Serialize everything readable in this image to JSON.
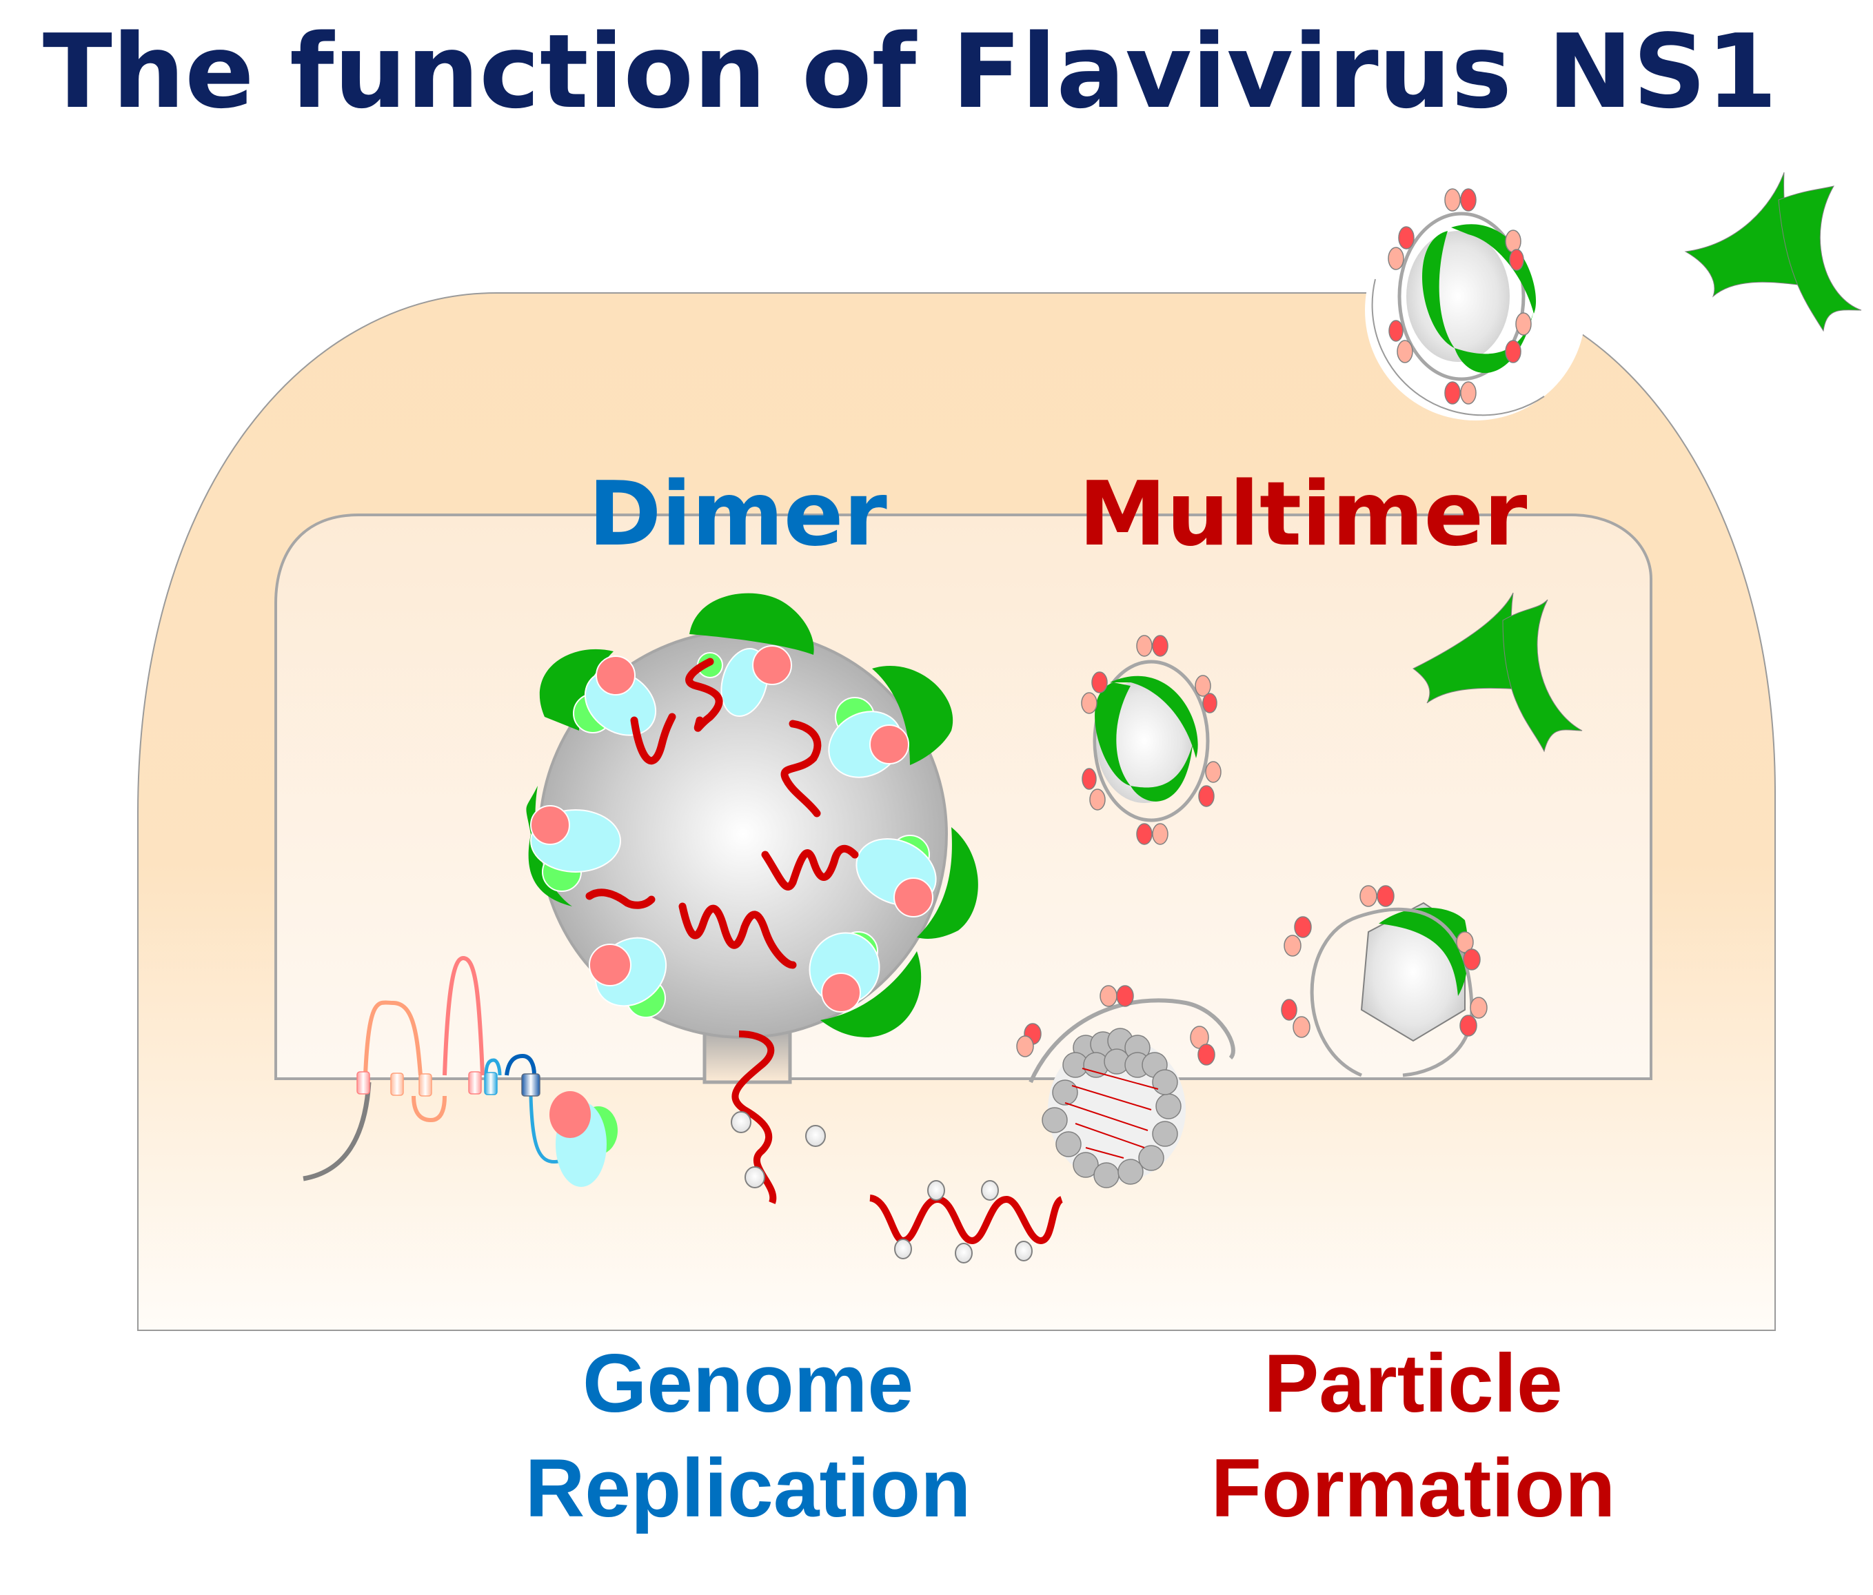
{
  "title": "The function of Flavivirus NS1",
  "labels": {
    "dimer": "Dimer",
    "multimer": "Multimer",
    "genome_line1": "Genome",
    "genome_line2": "Replication",
    "particle_line1": "Particle",
    "particle_line2": "Formation"
  },
  "colors": {
    "title": "#0d2260",
    "dimer_accent": "#0070c0",
    "multimer_accent": "#c00000",
    "ns1_green": "#0bb00b",
    "rna_red": "#d40000",
    "cell_cytoplasm": "#fde1bc",
    "er_lumen": "#fdf3e6",
    "membrane_gray": "#a6a6a6",
    "envelope_red": "#ff4d52",
    "envelope_pink": "#ffaf9d",
    "ns_cyan": "#b0f8fc",
    "ns_lightgreen": "#66ff66",
    "ns_salmon": "#ff7f7f"
  },
  "components": [
    "cell",
    "endoplasmic-reticulum",
    "replication-organelle",
    "ns1-dimer",
    "ns1-hexamer",
    "virus-particle",
    "viral-rna",
    "ribosome",
    "nucleocapsid",
    "polyprotein-topology"
  ]
}
